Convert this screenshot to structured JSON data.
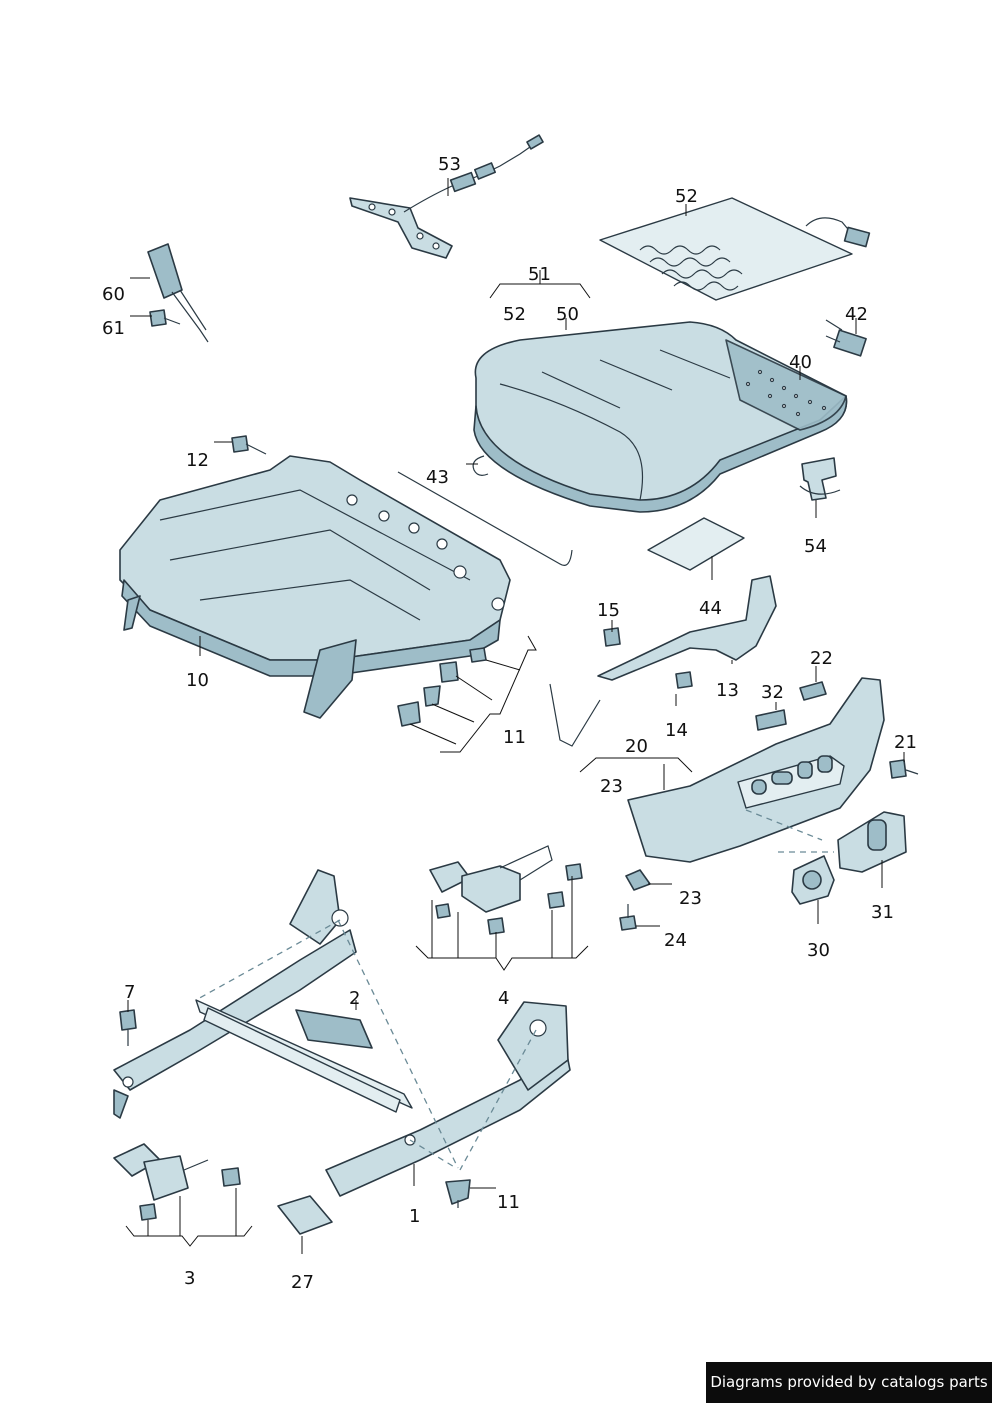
{
  "callouts": [
    {
      "id": "c53",
      "text": "53"
    },
    {
      "id": "c52a",
      "text": "52"
    },
    {
      "id": "c51",
      "text": "51"
    },
    {
      "id": "c52b",
      "text": "52"
    },
    {
      "id": "c50",
      "text": "50"
    },
    {
      "id": "c42",
      "text": "42"
    },
    {
      "id": "c40",
      "text": "40"
    },
    {
      "id": "c60",
      "text": "60"
    },
    {
      "id": "c61",
      "text": "61"
    },
    {
      "id": "c12",
      "text": "12"
    },
    {
      "id": "c43",
      "text": "43"
    },
    {
      "id": "c54",
      "text": "54"
    },
    {
      "id": "c10",
      "text": "10"
    },
    {
      "id": "c44",
      "text": "44"
    },
    {
      "id": "c15",
      "text": "15"
    },
    {
      "id": "c13",
      "text": "13"
    },
    {
      "id": "c14",
      "text": "14"
    },
    {
      "id": "c11a",
      "text": "11"
    },
    {
      "id": "c22",
      "text": "22"
    },
    {
      "id": "c32",
      "text": "32"
    },
    {
      "id": "c21",
      "text": "21"
    },
    {
      "id": "c20",
      "text": "20"
    },
    {
      "id": "c23a",
      "text": "23"
    },
    {
      "id": "c23b",
      "text": "23"
    },
    {
      "id": "c24",
      "text": "24"
    },
    {
      "id": "c31",
      "text": "31"
    },
    {
      "id": "c30",
      "text": "30"
    },
    {
      "id": "c4",
      "text": "4"
    },
    {
      "id": "c7",
      "text": "7"
    },
    {
      "id": "c2",
      "text": "2"
    },
    {
      "id": "c11b",
      "text": "11"
    },
    {
      "id": "c1",
      "text": "1"
    },
    {
      "id": "c3",
      "text": "3"
    },
    {
      "id": "c27",
      "text": "27"
    }
  ],
  "footer": {
    "credit": "Diagrams provided by catalogs parts"
  }
}
